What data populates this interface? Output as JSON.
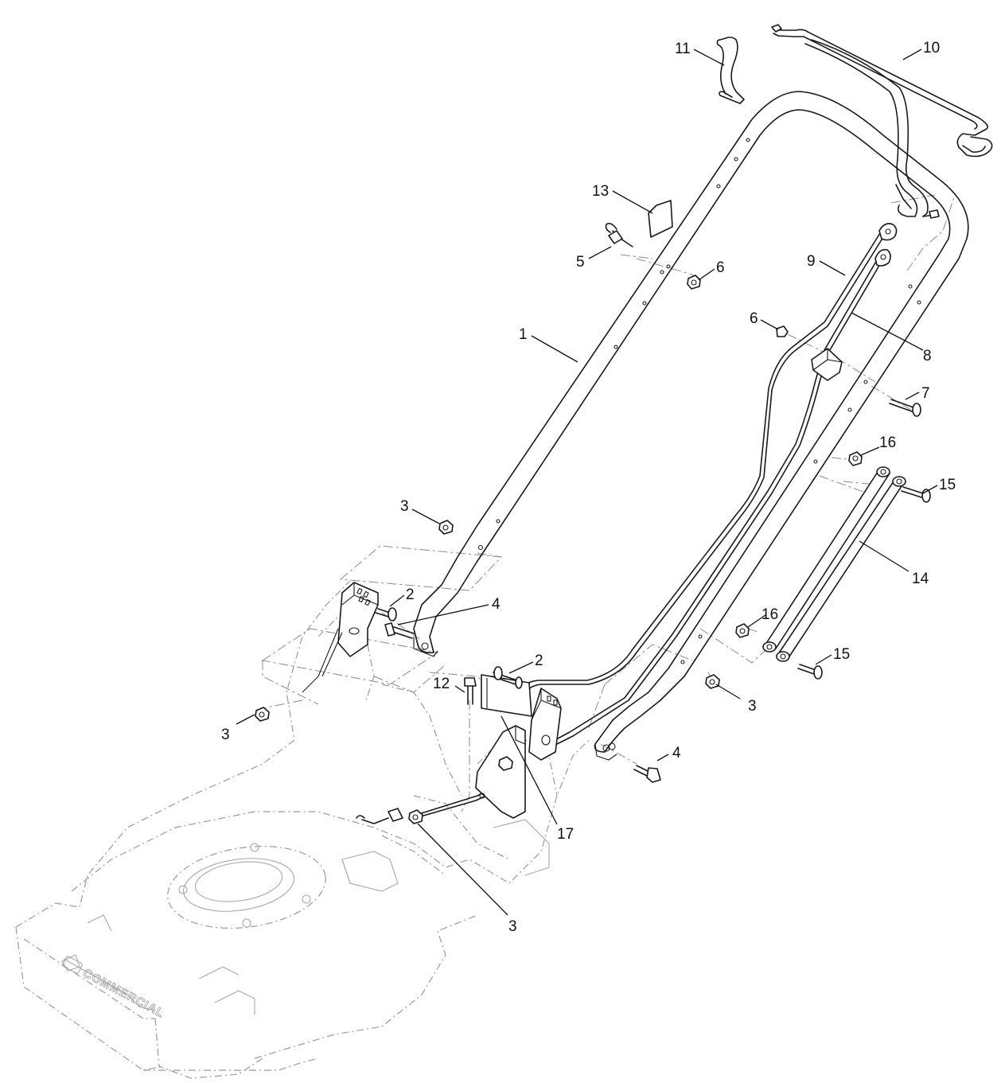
{
  "callouts": [
    {
      "id": "c11",
      "text": "11"
    },
    {
      "id": "c10",
      "text": "10"
    },
    {
      "id": "c13",
      "text": "13"
    },
    {
      "id": "c5",
      "text": "5"
    },
    {
      "id": "c6a",
      "text": "6"
    },
    {
      "id": "c9",
      "text": "9"
    },
    {
      "id": "c1",
      "text": "1"
    },
    {
      "id": "c6b",
      "text": "6"
    },
    {
      "id": "c8",
      "text": "8"
    },
    {
      "id": "c7",
      "text": "7"
    },
    {
      "id": "c16a",
      "text": "16"
    },
    {
      "id": "c15a",
      "text": "15"
    },
    {
      "id": "c3a",
      "text": "3"
    },
    {
      "id": "c2a",
      "text": "2"
    },
    {
      "id": "c4a",
      "text": "4"
    },
    {
      "id": "c14",
      "text": "14"
    },
    {
      "id": "c16b",
      "text": "16"
    },
    {
      "id": "c2b",
      "text": "2"
    },
    {
      "id": "c15b",
      "text": "15"
    },
    {
      "id": "c12",
      "text": "12"
    },
    {
      "id": "c3b",
      "text": "3"
    },
    {
      "id": "c3c",
      "text": "3"
    },
    {
      "id": "c4b",
      "text": "4"
    },
    {
      "id": "c17",
      "text": "17"
    },
    {
      "id": "c3d",
      "text": "3"
    }
  ],
  "deck_logo_text": "COMMERCIAL"
}
